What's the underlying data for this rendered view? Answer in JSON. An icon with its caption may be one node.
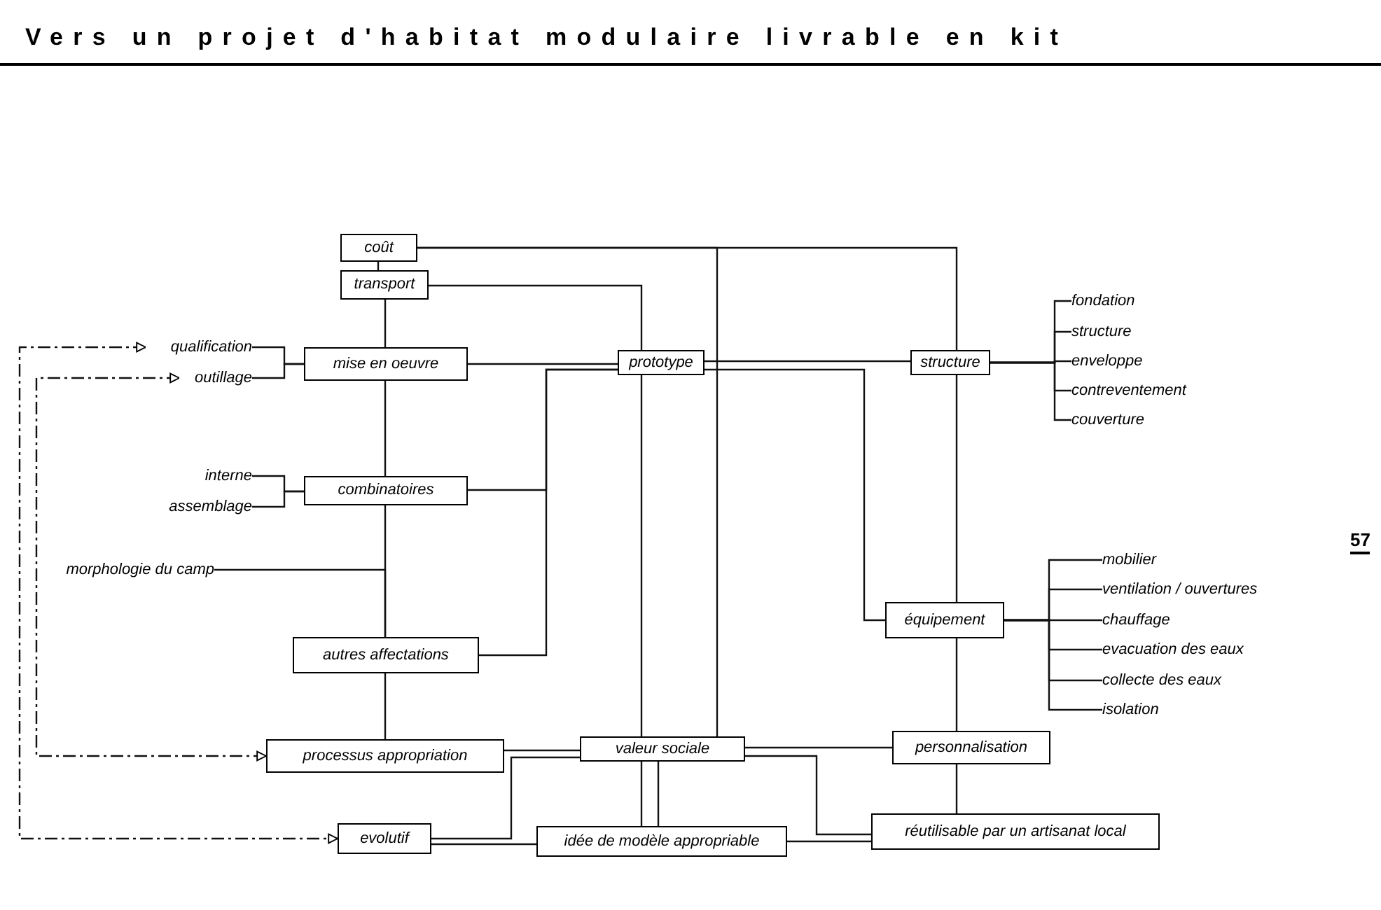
{
  "diagram": {
    "title": "Vers un projet d'habitat modulaire livrable en kit",
    "nodes": [
      {
        "text": [
          "coût"
        ]
      },
      {
        "text": [
          "transport"
        ]
      },
      {
        "text": [
          "qualification"
        ]
      },
      {
        "text": [
          "outillage"
        ]
      },
      {
        "text": [
          "mise en oeuvre"
        ]
      },
      {
        "text": [
          "prototype"
        ]
      },
      {
        "text": [
          "structure"
        ]
      },
      {
        "text": [
          "fondation"
        ]
      },
      {
        "text": [
          "structure"
        ]
      },
      {
        "text": [
          "enveloppe"
        ]
      },
      {
        "text": [
          "contreventement"
        ]
      },
      {
        "text": [
          "couverture"
        ]
      },
      {
        "text": [
          "interne"
        ]
      },
      {
        "text": [
          "assemblage"
        ]
      },
      {
        "text": [
          "combinatoires"
        ]
      },
      {
        "text": [
          "morphologie du camp"
        ]
      },
      {
        "text": [
          "mobilier"
        ]
      },
      {
        "text": [
          "ventilation / ouvertures"
        ]
      },
      {
        "text": [
          "équipement"
        ]
      },
      {
        "text": [
          "chauffage"
        ]
      },
      {
        "text": [
          "evacuation des eaux"
        ]
      },
      {
        "text": [
          "collecte des eaux"
        ]
      },
      {
        "text": [
          "isolation"
        ]
      },
      {
        "text": [
          "autres affectations"
        ]
      },
      {
        "text": [
          "processus appropriation"
        ]
      },
      {
        "text": [
          "valeur sociale"
        ]
      },
      {
        "text": [
          "personnalisation"
        ]
      },
      {
        "text": [
          "evolutif"
        ]
      },
      {
        "text": [
          "idée de modèle appropriable"
        ]
      },
      {
        "text": [
          "réutilisable par un artisanat local"
        ]
      }
    ],
    "edges": [
      {
        "from": 0,
        "to": 1,
        "arrow": "none"
      },
      {
        "from": 0,
        "to": 6,
        "arrow": "none"
      },
      {
        "from": 0,
        "to": 25,
        "arrow": "none"
      },
      {
        "from": 1,
        "to": 5,
        "arrow": "none"
      },
      {
        "from": 1,
        "to": 4,
        "arrow": "none"
      },
      {
        "from": 2,
        "to": 4,
        "arrow": "none"
      },
      {
        "from": 3,
        "to": 4,
        "arrow": "none"
      },
      {
        "from": 4,
        "to": 5,
        "arrow": "none"
      },
      {
        "from": 5,
        "to": 6,
        "arrow": "none"
      },
      {
        "from": 5,
        "to": 18,
        "arrow": "none"
      },
      {
        "from": 5,
        "to": 14,
        "arrow": "none"
      },
      {
        "from": 5,
        "to": 23,
        "arrow": "none"
      },
      {
        "from": 4,
        "to": 14,
        "arrow": "none"
      },
      {
        "from": 12,
        "to": 14,
        "arrow": "none"
      },
      {
        "from": 13,
        "to": 14,
        "arrow": "none"
      },
      {
        "from": 14,
        "to": 23,
        "arrow": "none"
      },
      {
        "from": 15,
        "to": 23,
        "arrow": "none"
      },
      {
        "from": 23,
        "to": 24,
        "arrow": "none"
      },
      {
        "from": 6,
        "to": 7,
        "arrow": "none"
      },
      {
        "from": 6,
        "to": 8,
        "arrow": "none"
      },
      {
        "from": 6,
        "to": 9,
        "arrow": "none"
      },
      {
        "from": 6,
        "to": 10,
        "arrow": "none"
      },
      {
        "from": 6,
        "to": 11,
        "arrow": "none"
      },
      {
        "from": 6,
        "to": 18,
        "arrow": "none"
      },
      {
        "from": 18,
        "to": 16,
        "arrow": "none"
      },
      {
        "from": 18,
        "to": 17,
        "arrow": "none"
      },
      {
        "from": 18,
        "to": 19,
        "arrow": "none"
      },
      {
        "from": 18,
        "to": 20,
        "arrow": "none"
      },
      {
        "from": 18,
        "to": 21,
        "arrow": "none"
      },
      {
        "from": 18,
        "to": 22,
        "arrow": "none"
      },
      {
        "from": 18,
        "to": 26,
        "arrow": "none"
      },
      {
        "from": 2,
        "to": 27,
        "arrow": "both",
        "style": "dashed"
      },
      {
        "from": 3,
        "to": 24,
        "arrow": "both",
        "style": "dashed"
      },
      {
        "from": 5,
        "to": 25,
        "arrow": "none"
      },
      {
        "from": 25,
        "to": 28,
        "arrow": "none"
      },
      {
        "from": 25,
        "to": 28,
        "arrow": "none"
      },
      {
        "from": 24,
        "to": 25,
        "arrow": "none"
      },
      {
        "from": 27,
        "to": 25,
        "arrow": "none"
      },
      {
        "from": 27,
        "to": 28,
        "arrow": "none"
      },
      {
        "from": 25,
        "to": 26,
        "arrow": "none"
      },
      {
        "from": 25,
        "to": 29,
        "arrow": "none"
      },
      {
        "from": 28,
        "to": 29,
        "arrow": "none"
      },
      {
        "from": 26,
        "to": 29,
        "arrow": "none"
      }
    ],
    "labels": [
      "57"
    ]
  }
}
